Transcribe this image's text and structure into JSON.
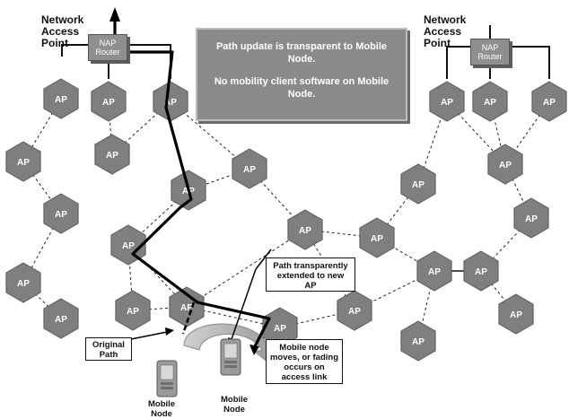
{
  "left_nap": {
    "label": "Network\nAccess\nPoint",
    "router": "NAP\nRouter"
  },
  "right_nap": {
    "label": "Network\nAccess\nPoint",
    "router": "NAP\nRouter"
  },
  "info_box": {
    "line1": "Path update is transparent to Mobile Node.",
    "line2": "No mobility client software on Mobile Node."
  },
  "ap_label": "AP",
  "callouts": {
    "original_path": "Original\nPath",
    "extended": "Path transparently\nextended to new\nAP",
    "moves": "Mobile node\nmoves, or fading\noccurs on\naccess link"
  },
  "mobile_node_left": "Mobile\nNode",
  "mobile_node_right": "Mobile\nNode"
}
